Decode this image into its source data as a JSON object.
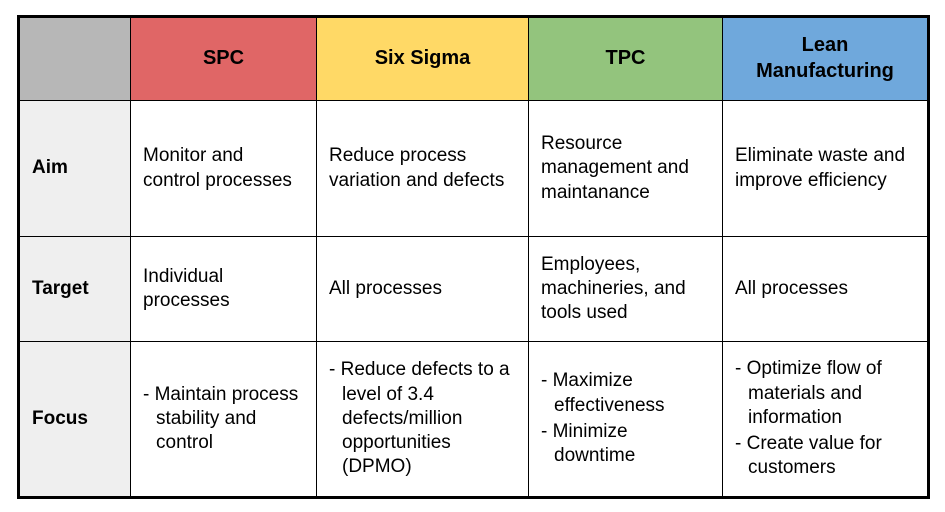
{
  "table": {
    "corner_label": "",
    "columns": [
      {
        "label": "SPC",
        "color": "#e06666"
      },
      {
        "label": "Six Sigma",
        "color": "#ffd966"
      },
      {
        "label": "TPC",
        "color": "#93c47d"
      },
      {
        "label": "Lean Manufacturing",
        "color": "#6fa8dc"
      }
    ],
    "rows": [
      {
        "label": "Aim",
        "cells": [
          "Monitor and control processes",
          "Reduce process variation and defects",
          "Resource management and maintanance",
          "Eliminate waste and improve efficiency"
        ]
      },
      {
        "label": "Target",
        "cells": [
          "Individual processes",
          "All processes",
          "Employees, machineries, and tools used",
          "All processes"
        ]
      },
      {
        "label": "Focus",
        "bullets": [
          [
            "- Maintain process stability and control"
          ],
          [
            "- Reduce defects to a level of 3.4 defects/million opportunities (DPMO)"
          ],
          [
            "- Maximize effectiveness",
            "- Minimize downtime"
          ],
          [
            "- Optimize flow of materials and information",
            "- Create value for customers"
          ]
        ]
      }
    ]
  },
  "colors": {
    "corner_header": "#b7b7b7",
    "row_label_bg": "#efefef",
    "border": "#000000",
    "page_bg": "#ffffff"
  }
}
